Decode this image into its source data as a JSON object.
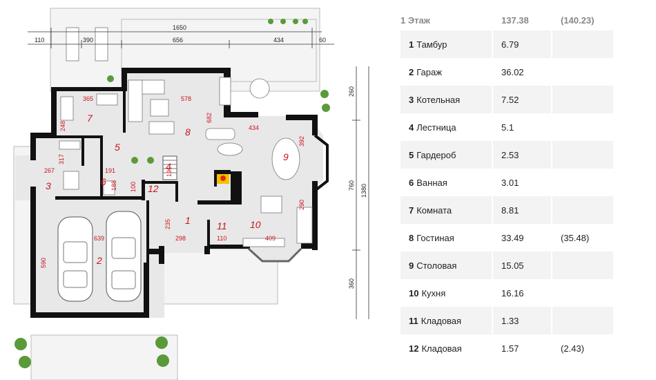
{
  "plan": {
    "dims_top": {
      "total": "1650",
      "d1": "110",
      "d2": "390",
      "d3": "656",
      "d4": "434",
      "d5": "60"
    },
    "dims_right": {
      "d1": "260",
      "d2": "760",
      "d3": "360",
      "total": "1380"
    },
    "rooms_red": {
      "r1": "1",
      "r2": "2",
      "r3": "3",
      "r4": "4",
      "r5": "5",
      "r6": "6",
      "r7": "7",
      "r8": "8",
      "r9": "9",
      "r10": "10",
      "r11": "11",
      "r12": "12"
    },
    "dims_red": {
      "d365": "365",
      "d248": "248",
      "d578": "578",
      "d682": "682",
      "d434": "434",
      "d392": "392",
      "d317": "317",
      "d267": "267",
      "d191": "191",
      "d188": "188",
      "d100": "100",
      "d191b": "191",
      "d235": "235",
      "d298": "298",
      "d110": "110",
      "d409": "409",
      "d290": "290",
      "d639": "639",
      "d590": "590"
    }
  },
  "table": {
    "header": {
      "name": "1 Этаж",
      "area": "137.38",
      "extra": "(140.23)"
    },
    "rows": [
      {
        "num": "1",
        "name": "Тамбур",
        "area": "6.79",
        "extra": ""
      },
      {
        "num": "2",
        "name": "Гараж",
        "area": "36.02",
        "extra": ""
      },
      {
        "num": "3",
        "name": "Котельная",
        "area": "7.52",
        "extra": ""
      },
      {
        "num": "4",
        "name": "Лестница",
        "area": "5.1",
        "extra": ""
      },
      {
        "num": "5",
        "name": "Гардероб",
        "area": "2.53",
        "extra": ""
      },
      {
        "num": "6",
        "name": "Ванная",
        "area": "3.01",
        "extra": ""
      },
      {
        "num": "7",
        "name": "Комната",
        "area": "8.81",
        "extra": ""
      },
      {
        "num": "8",
        "name": "Гостиная",
        "area": "33.49",
        "extra": "(35.48)"
      },
      {
        "num": "9",
        "name": "Столовая",
        "area": "15.05",
        "extra": ""
      },
      {
        "num": "10",
        "name": "Кухня",
        "area": "16.16",
        "extra": ""
      },
      {
        "num": "11",
        "name": "Кладовая",
        "area": "1.33",
        "extra": ""
      },
      {
        "num": "12",
        "name": "Кладовая",
        "area": "1.57",
        "extra": "(2.43)"
      }
    ]
  }
}
